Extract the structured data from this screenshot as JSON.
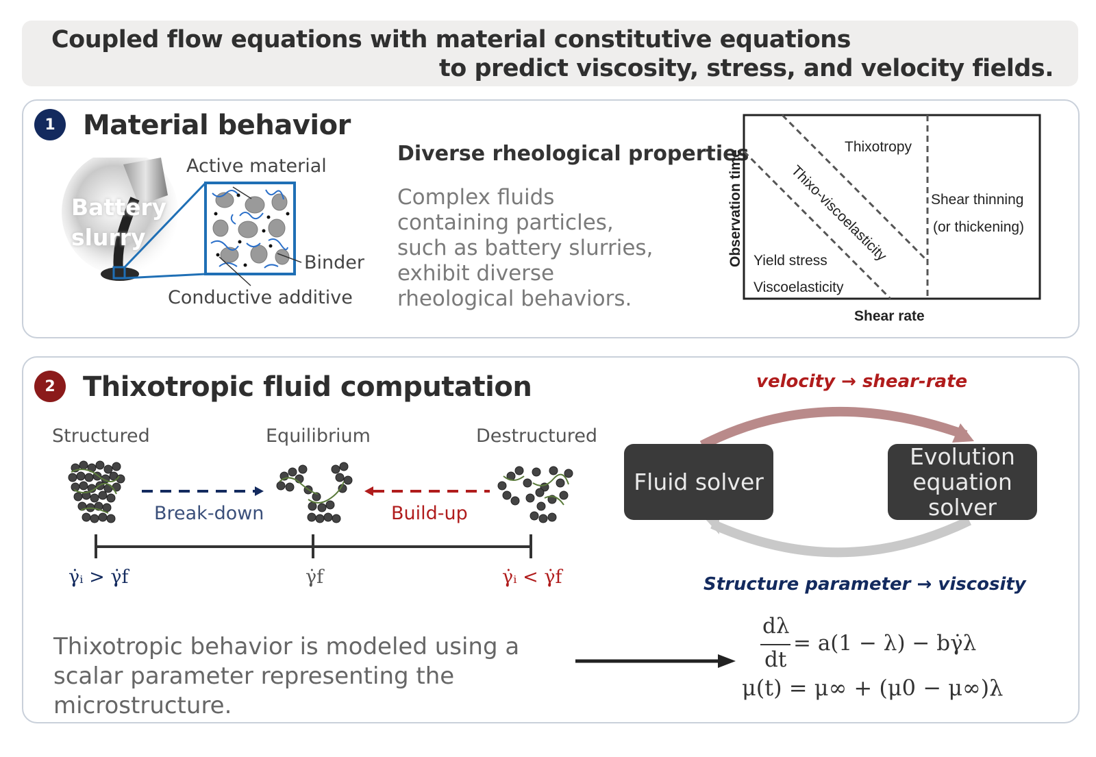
{
  "banner": {
    "line1": "Coupled flow equations with material constitutive equations",
    "line2": "to predict viscosity, stress, and velocity fields."
  },
  "section1": {
    "number": "1",
    "title": "Material behavior",
    "slurry_label": "Battery slurry",
    "labels": {
      "active_material": "Active material",
      "binder": "Binder",
      "conductive_additive": "Conductive additive"
    },
    "subheading": "Diverse rheological properties",
    "description": "Complex fluids containing particles, such as battery slurries, exhibit diverse rheological behaviors.",
    "chart": {
      "y_axis": "Observation time",
      "x_axis": "Shear rate",
      "regions": {
        "thixotropy": "Thixotropy",
        "thixo_viscoelasticity": "Thixo-viscoelasticity",
        "shear_thinning": "Shear thinning",
        "or_thickening": "(or thickening)",
        "yield_stress": "Yield stress",
        "viscoelasticity": "Viscoelasticity"
      }
    }
  },
  "section2": {
    "number": "2",
    "title": "Thixotropic fluid computation",
    "states": {
      "structured": "Structured",
      "equilibrium": "Equilibrium",
      "destructured": "Destructured"
    },
    "processes": {
      "break_down": "Break-down",
      "build_up": "Build-up"
    },
    "conditions": {
      "left": "γ̇ᵢ > γ̇f",
      "middle": "γ̇f",
      "right": "γ̇ᵢ < γ̇f"
    },
    "solvers": {
      "fluid": "Fluid solver",
      "evolution": "Evolution equation solver"
    },
    "loop": {
      "top": "velocity → shear-rate",
      "bottom": "Structure parameter → viscosity"
    },
    "description": "Thixotropic behavior is modeled using a scalar parameter representing the microstructure.",
    "equations": {
      "num": "dλ",
      "den": "dt",
      "rhs": "= a(1 − λ) − bγ̇λ",
      "mu": "μ(t) = μ∞ + (μ0 − μ∞)λ"
    }
  },
  "colors": {
    "navy": "#132a5e",
    "maroon": "#8b1a1a",
    "accent_blue": "#1f6fb5",
    "loop_top": "#b98a8a",
    "loop_bottom": "#c9c9c9",
    "red_text": "#b01c1c"
  }
}
